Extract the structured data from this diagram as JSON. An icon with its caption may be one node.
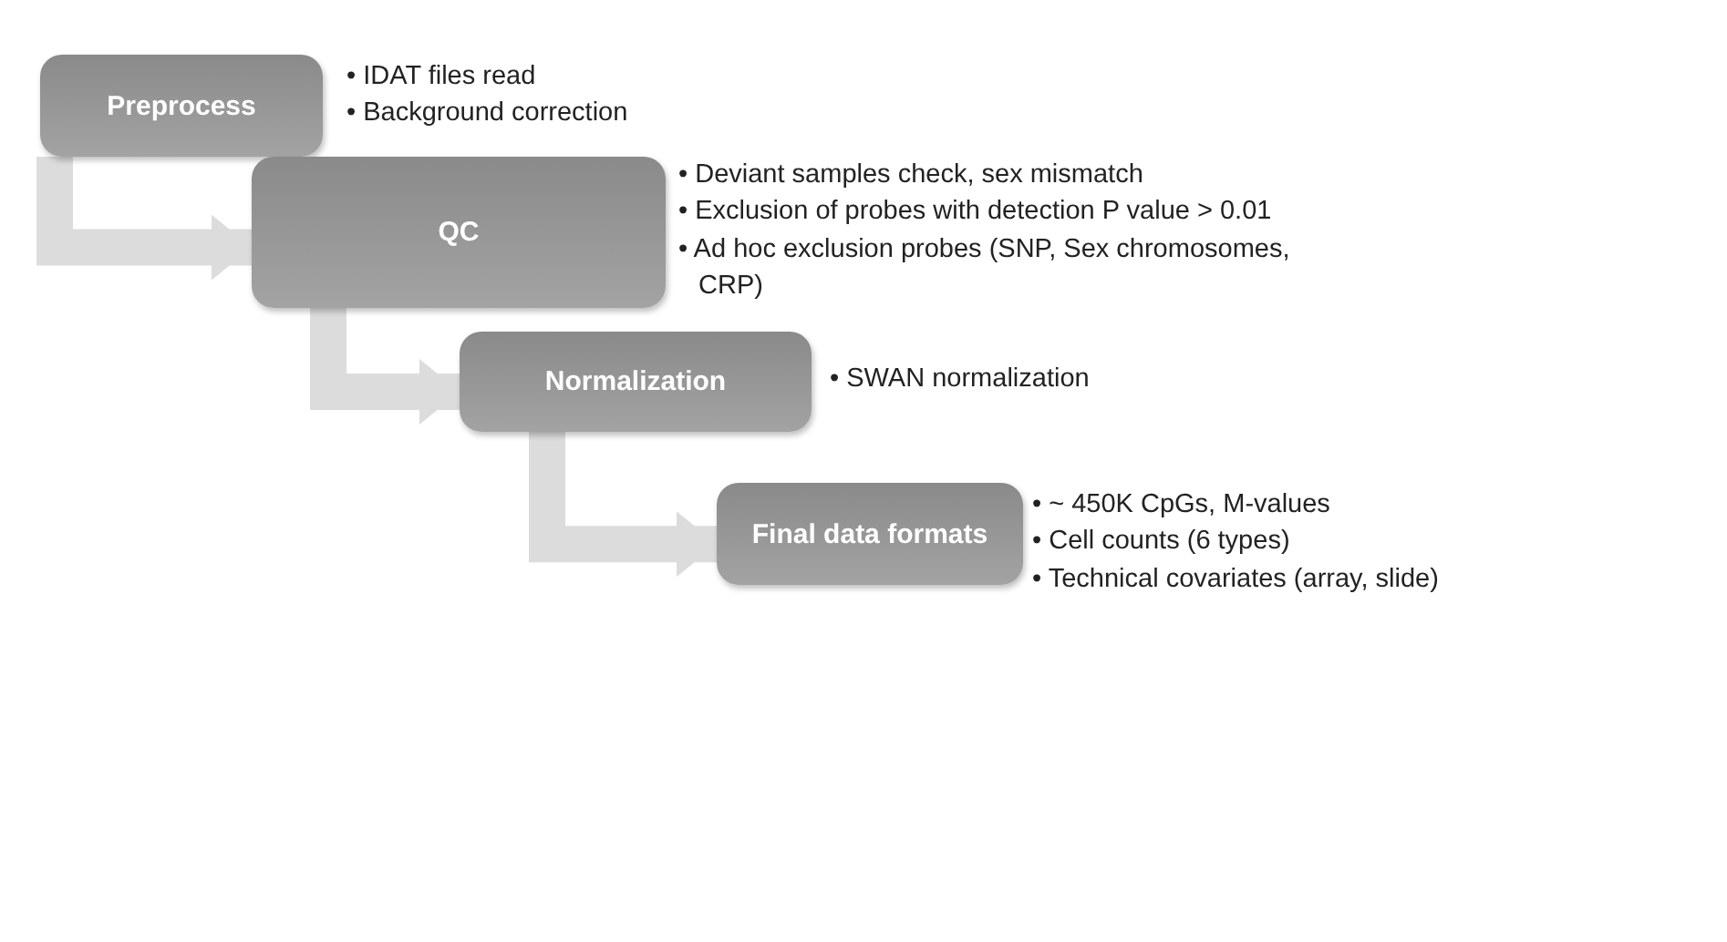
{
  "diagram": {
    "nodes": [
      {
        "text": [
          "Preprocess"
        ],
        "beside": [
          "• IDAT files read",
          "• Background correction"
        ]
      },
      {
        "text": [
          "QC"
        ],
        "beside": [
          "• Deviant samples check, sex mismatch",
          "• Exclusion of probes with detection P value > 0.01",
          "• Ad hoc exclusion probes  (SNP, Sex chromosomes, CRP)"
        ]
      },
      {
        "text": [
          "Normalization"
        ],
        "beside": [
          "• SWAN normalization"
        ]
      },
      {
        "text": [
          "Final data formats"
        ],
        "beside": [
          "• ~ 450K CpGs, M-values",
          "• Cell counts (6 types)",
          "• Technical covariates (array, slide)"
        ]
      }
    ],
    "edges": [
      {
        "from": 0,
        "to": 1,
        "arrow": "to"
      },
      {
        "from": 1,
        "to": 2,
        "arrow": "to"
      },
      {
        "from": 2,
        "to": 3,
        "arrow": "to"
      }
    ]
  }
}
